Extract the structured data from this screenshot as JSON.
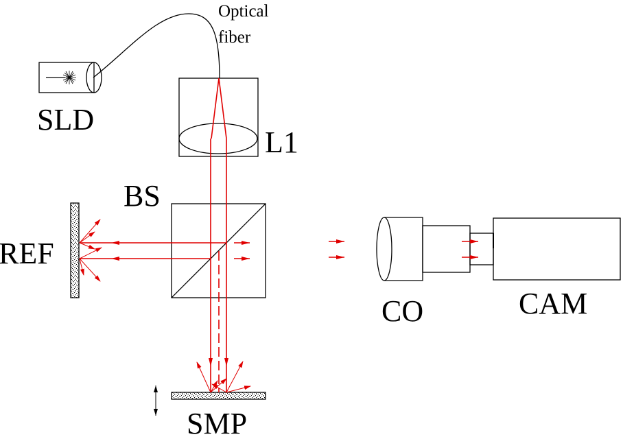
{
  "title": "Full-field OCT optical setup schematic",
  "colors": {
    "beam": "#e00000",
    "outline": "#000000"
  },
  "labels": {
    "source": "SLD",
    "fiber_line1": "Optical",
    "fiber_line2": "fiber",
    "lens": "L1",
    "beamsplitter": "BS",
    "reference": "REF",
    "sample": "SMP",
    "objective": "CO",
    "camera": "CAM"
  },
  "components": [
    {
      "id": "sld",
      "name": "Superluminescent diode",
      "icon": "starburst-emitter"
    },
    {
      "id": "fiber",
      "name": "Optical fiber"
    },
    {
      "id": "l1",
      "name": "Collimating lens L1"
    },
    {
      "id": "bs",
      "name": "Beam splitter cube"
    },
    {
      "id": "ref",
      "name": "Reference mirror"
    },
    {
      "id": "smp",
      "name": "Sample",
      "motion": "vertical-translation"
    },
    {
      "id": "co",
      "name": "Camera objective"
    },
    {
      "id": "cam",
      "name": "Camera"
    }
  ]
}
